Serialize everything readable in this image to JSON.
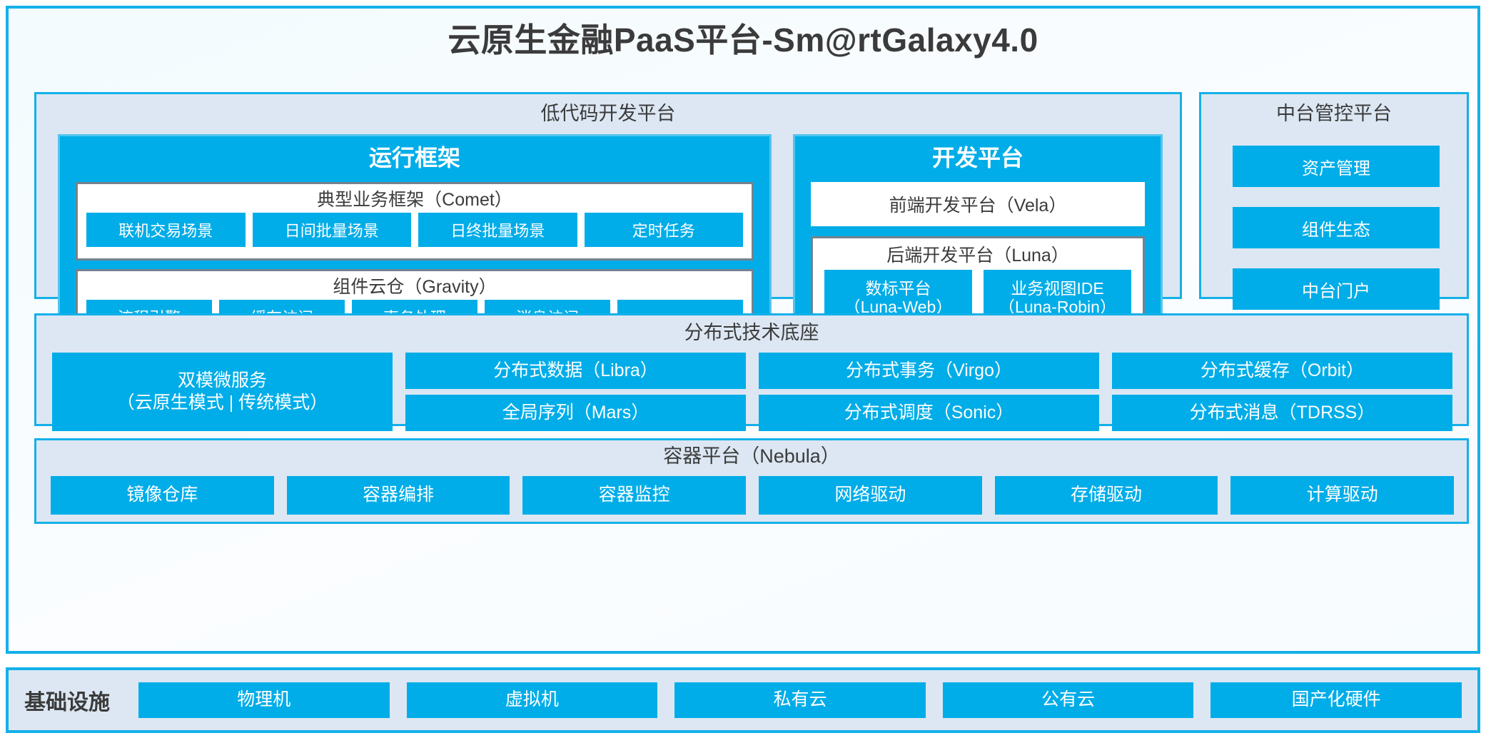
{
  "page": {
    "title": "云原生金融PaaS平台-Sm@rtGalaxy4.0"
  },
  "colors": {
    "accent": "#00ade8",
    "panel_bg": "#dce7f3",
    "panel_border": "#14b0e8",
    "inner_border": "#76828e",
    "canvas": "#f6fcfe",
    "text": "#3b3b3b"
  },
  "lowcode": {
    "title": "低代码开发平台",
    "runtime": {
      "title": "运行框架",
      "comet": {
        "title": "典型业务框架（Comet）",
        "items": [
          "联机交易场景",
          "日间批量场景",
          "日终批量场景",
          "定时任务"
        ]
      },
      "gravity": {
        "title": "组件云仓（Gravity）",
        "items": [
          "流程引擎",
          "缓存访问",
          "事务处理",
          "消息访问",
          "……"
        ]
      }
    },
    "devplatform": {
      "title": "开发平台",
      "vela": "前端开发平台（Vela）",
      "luna": {
        "title": "后端开发平台（Luna）",
        "items": [
          {
            "name": "数标平台",
            "code": "（Luna-Web）"
          },
          {
            "name": "业务视图IDE",
            "code": "（Luna-Robin）"
          }
        ]
      }
    }
  },
  "midoffice": {
    "title": "中台管控平台",
    "items": [
      "资产管理",
      "组件生态",
      "中台门户"
    ]
  },
  "distributed": {
    "title": "分布式技术底座",
    "columns": [
      {
        "tall": true,
        "items": [
          "双模微服务\n（云原生模式 | 传统模式）"
        ]
      },
      {
        "tall": false,
        "items": [
          "分布式数据（Libra）",
          "全局序列（Mars）"
        ]
      },
      {
        "tall": false,
        "items": [
          "分布式事务（Virgo）",
          "分布式调度（Sonic）"
        ]
      },
      {
        "tall": false,
        "items": [
          "分布式缓存（Orbit）",
          "分布式消息（TDRSS）"
        ]
      }
    ]
  },
  "container": {
    "title": "容器平台（Nebula）",
    "items": [
      "镜像仓库",
      "容器编排",
      "容器监控",
      "网络驱动",
      "存储驱动",
      "计算驱动"
    ]
  },
  "infrastructure": {
    "label": "基础设施",
    "items": [
      "物理机",
      "虚拟机",
      "私有云",
      "公有云",
      "国产化硬件"
    ]
  }
}
